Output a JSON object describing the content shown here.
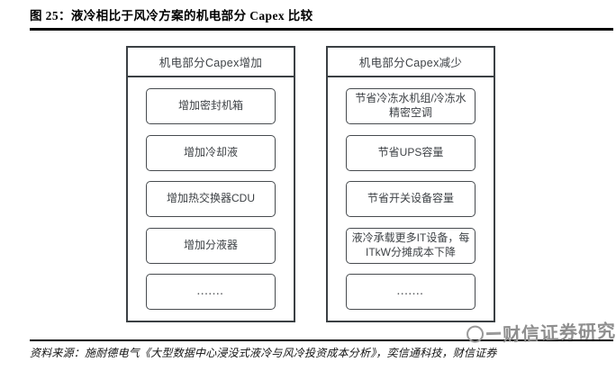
{
  "figure": {
    "title": "图 25：液冷相比于风冷方案的机电部分 Capex 比较"
  },
  "panels": {
    "left": {
      "header": "机电部分Capex增加",
      "items": [
        "增加密封机箱",
        "增加冷却液",
        "增加热交换器CDU",
        "增加分液器",
        "......."
      ]
    },
    "right": {
      "header": "机电部分Capex减少",
      "items": [
        "节省冷冻水机组/冷冻水精密空调",
        "节省UPS容量",
        "节省开关设备容量",
        "液冷承载更多IT设备，每ITkW分摊成本下降",
        "......."
      ]
    }
  },
  "footer": {
    "source": "资料来源：施耐德电气《大型数据中心浸没式液冷与风冷投资成本分析》，奕信通科技，财信证券"
  },
  "watermark": {
    "text": "财信证券研究"
  },
  "colors": {
    "rule": "#000000",
    "panel_border": "#3b4044",
    "item_border": "#474b4f",
    "text": "#3e4246",
    "watermark": "#8f8f8f"
  }
}
